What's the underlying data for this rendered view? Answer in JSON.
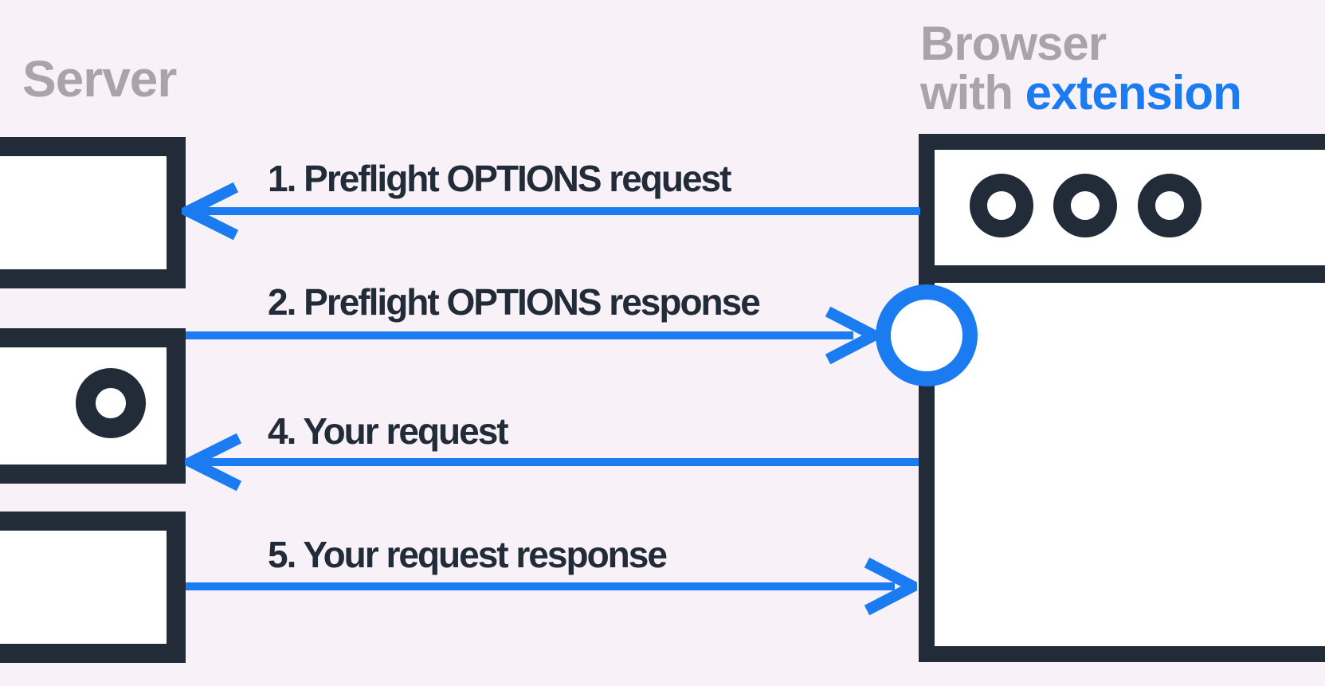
{
  "colors": {
    "background": "#f8f1f8",
    "dark": "#222c38",
    "accent_blue": "#1b7cf1",
    "muted_gray": "#a8a4a9",
    "white": "#ffffff"
  },
  "server": {
    "title": "Server",
    "unit_count": 3
  },
  "browser": {
    "title_line1": "Browser",
    "title_line2_prefix": "with ",
    "title_line2_highlight": "extension"
  },
  "steps": [
    {
      "label": "1. Preflight OPTIONS request",
      "direction": "left",
      "from": "browser",
      "to": "server"
    },
    {
      "label": "2. Preflight OPTIONS response",
      "direction": "right",
      "from": "server",
      "to": "browser-extension"
    },
    {
      "label": "4. Your request",
      "direction": "left",
      "from": "browser",
      "to": "server"
    },
    {
      "label": "5. Your request response",
      "direction": "right",
      "from": "server",
      "to": "browser"
    }
  ]
}
